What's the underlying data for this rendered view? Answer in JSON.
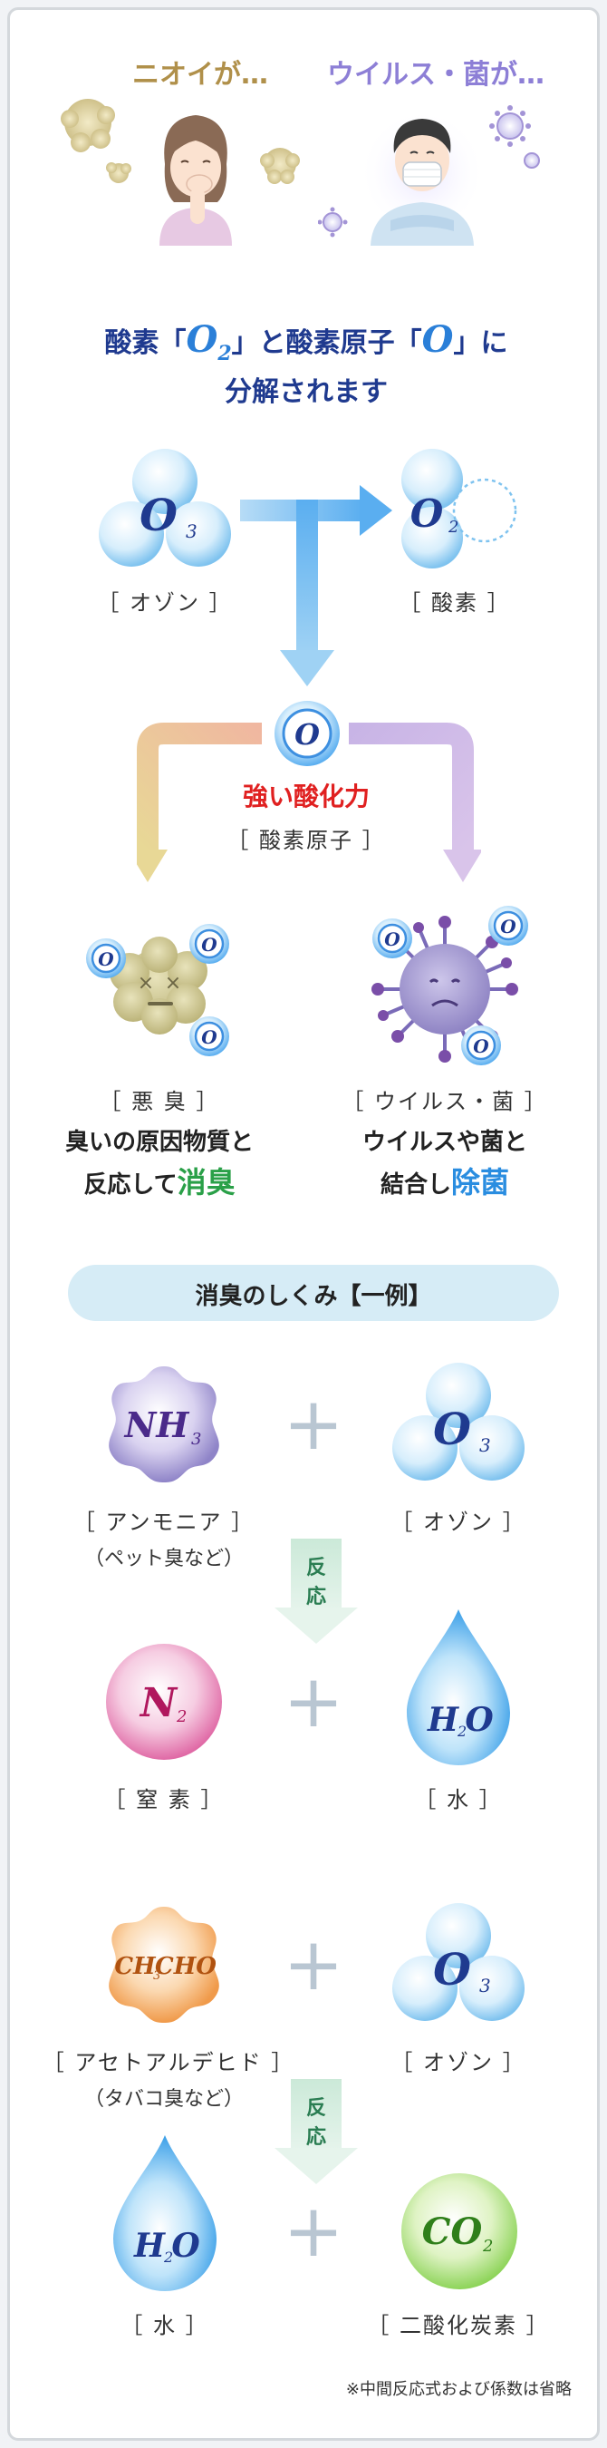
{
  "header": {
    "odor_title": "ニオイが…",
    "virus_title": "ウイルス・菌が…"
  },
  "intro": {
    "line1_a": "酸素「",
    "line1_o2": "O",
    "line1_o2_sub": "2",
    "line1_b": "」と酸素原子「",
    "line1_o": "O",
    "line1_c": "」に",
    "line2": "分解されます"
  },
  "decomposition": {
    "ozone_label": "［ オゾン ］",
    "oxygen_label": "［ 酸素 ］",
    "o3_text": "O",
    "o3_sub": "3",
    "o2_text": "O",
    "o2_sub": "2",
    "atom_text": "O",
    "strong_oxidizing": "強い酸化力",
    "oxygen_atom_label": "［ 酸素原子 ］"
  },
  "effects": {
    "odor_label": "［ 悪 臭 ］",
    "odor_desc1": "臭いの原因物質と",
    "odor_desc2": "反応して",
    "odor_highlight": "消臭",
    "virus_label": "［ ウイルス・菌 ］",
    "virus_desc1": "ウイルスや菌と",
    "virus_desc2": "結合し",
    "virus_highlight": "除菌"
  },
  "mechanism": {
    "title": "消臭のしくみ【一例】",
    "plus": "+",
    "react_label_1": "反",
    "react_label_2": "応",
    "example1": {
      "reactant_text": "NH",
      "reactant_sub": "3",
      "reactant_label": "［ アンモニア ］",
      "reactant_note": "（ペット臭など）",
      "ozone_label": "［ オゾン ］",
      "product1_text": "N",
      "product1_sub": "2",
      "product1_label": "［ 窒 素 ］",
      "product2_text_a": "H",
      "product2_sub": "2",
      "product2_text_b": "O",
      "product2_label": "［ 水 ］"
    },
    "example2": {
      "reactant_text_a": "CH",
      "reactant_sub": "3",
      "reactant_text_b": "CHO",
      "reactant_label": "［ アセトアルデヒド ］",
      "reactant_note": "（タバコ臭など）",
      "ozone_label": "［ オゾン ］",
      "product1_text_a": "H",
      "product1_sub": "2",
      "product1_text_b": "O",
      "product1_label": "［ 水 ］",
      "product2_text": "CO",
      "product2_sub": "2",
      "product2_label": "［ 二酸化炭素 ］"
    }
  },
  "footnote": "※中間反応式および係数は省略",
  "colors": {
    "odor_title": "#b0904a",
    "virus_title": "#8d7fd6",
    "navy": "#1f3a8f",
    "red": "#e02020",
    "green": "#2aa048",
    "blue_highlight": "#2a8de0",
    "pill": "#d6ecf6"
  }
}
